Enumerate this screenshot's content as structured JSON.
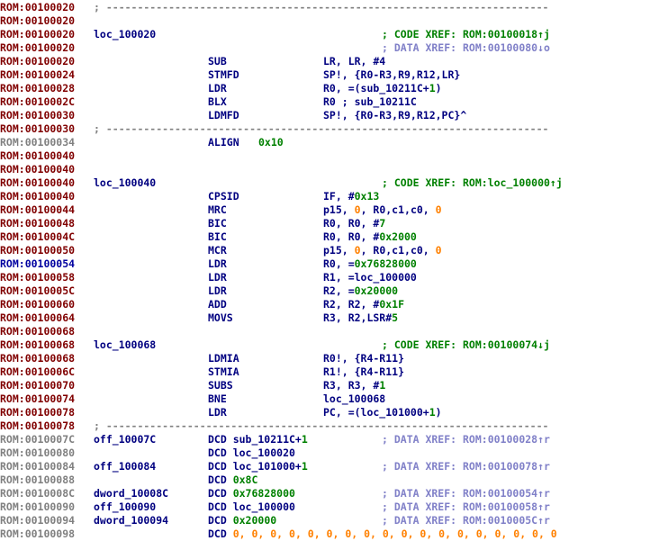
{
  "separator": "; -----------------------------------------------------------------------",
  "rows": [
    {
      "addr": "ROM:00100020",
      "kind": "code",
      "sep": true
    },
    {
      "addr": "ROM:00100020",
      "kind": "code"
    },
    {
      "addr": "ROM:00100020",
      "kind": "code",
      "label": "loc_100020",
      "comment": "; CODE XREF: ROM:00100018↑j",
      "ctype": "code"
    },
    {
      "addr": "ROM:00100020",
      "kind": "code",
      "comment": "; DATA XREF: ROM:00100080↓o",
      "ctype": "data"
    },
    {
      "addr": "ROM:00100020",
      "kind": "code",
      "mnem": "SUB",
      "ops": [
        {
          "t": "LR, LR, #4"
        }
      ]
    },
    {
      "addr": "ROM:00100024",
      "kind": "code",
      "mnem": "STMFD",
      "ops": [
        {
          "t": "SP!, {R0-R3,R9,R12,LR}"
        }
      ]
    },
    {
      "addr": "ROM:00100028",
      "kind": "code",
      "mnem": "LDR",
      "ops": [
        {
          "t": "R0, =(sub_10211C+"
        },
        {
          "t": "1",
          "c": "num"
        },
        {
          "t": ")"
        }
      ]
    },
    {
      "addr": "ROM:0010002C",
      "kind": "code",
      "mnem": "BLX",
      "ops": [
        {
          "t": "R0 ; sub_10211C"
        }
      ]
    },
    {
      "addr": "ROM:00100030",
      "kind": "code",
      "mnem": "LDMFD",
      "ops": [
        {
          "t": "SP!, {R0-R3,R9,R12,PC}^"
        }
      ]
    },
    {
      "addr": "ROM:00100030",
      "kind": "code",
      "sep": true
    },
    {
      "addr": "ROM:00100034",
      "kind": "data",
      "mnem": "ALIGN",
      "ops": [
        {
          "t": "0x10",
          "c": "num"
        }
      ],
      "mnemOnly": true
    },
    {
      "addr": "ROM:00100040",
      "kind": "code"
    },
    {
      "addr": "ROM:00100040",
      "kind": "code"
    },
    {
      "addr": "ROM:00100040",
      "kind": "code",
      "label": "loc_100040",
      "comment": "; CODE XREF: ROM:loc_100000↑j",
      "ctype": "code"
    },
    {
      "addr": "ROM:00100040",
      "kind": "code",
      "mnem": "CPSID",
      "ops": [
        {
          "t": "IF, #"
        },
        {
          "t": "0x13",
          "c": "num"
        }
      ]
    },
    {
      "addr": "ROM:00100044",
      "kind": "code",
      "mnem": "MRC",
      "ops": [
        {
          "t": "p15, "
        },
        {
          "t": "0",
          "c": "zero"
        },
        {
          "t": ", R0,c1,c0, "
        },
        {
          "t": "0",
          "c": "zero"
        }
      ]
    },
    {
      "addr": "ROM:00100048",
      "kind": "code",
      "mnem": "BIC",
      "ops": [
        {
          "t": "R0, R0, #"
        },
        {
          "t": "7",
          "c": "num"
        }
      ]
    },
    {
      "addr": "ROM:0010004C",
      "kind": "code",
      "mnem": "BIC",
      "ops": [
        {
          "t": "R0, R0, #"
        },
        {
          "t": "0x2000",
          "c": "num"
        }
      ]
    },
    {
      "addr": "ROM:00100050",
      "kind": "code",
      "mnem": "MCR",
      "ops": [
        {
          "t": "p15, "
        },
        {
          "t": "0",
          "c": "zero"
        },
        {
          "t": ", R0,c1,c0, "
        },
        {
          "t": "0",
          "c": "zero"
        }
      ]
    },
    {
      "addr": "ROM:00100054",
      "kind": "sel",
      "mnem": "LDR",
      "ops": [
        {
          "t": "R0, ="
        },
        {
          "t": "0x76828000",
          "c": "num"
        }
      ]
    },
    {
      "addr": "ROM:00100058",
      "kind": "code",
      "mnem": "LDR",
      "ops": [
        {
          "t": "R1, =loc_100000"
        }
      ]
    },
    {
      "addr": "ROM:0010005C",
      "kind": "code",
      "mnem": "LDR",
      "ops": [
        {
          "t": "R2, ="
        },
        {
          "t": "0x20000",
          "c": "num"
        }
      ]
    },
    {
      "addr": "ROM:00100060",
      "kind": "code",
      "mnem": "ADD",
      "ops": [
        {
          "t": "R2, R2, #"
        },
        {
          "t": "0x1F",
          "c": "num"
        }
      ]
    },
    {
      "addr": "ROM:00100064",
      "kind": "code",
      "mnem": "MOVS",
      "ops": [
        {
          "t": "R3, R2,LSR#"
        },
        {
          "t": "5",
          "c": "num"
        }
      ]
    },
    {
      "addr": "ROM:00100068",
      "kind": "code"
    },
    {
      "addr": "ROM:00100068",
      "kind": "code",
      "label": "loc_100068",
      "comment": "; CODE XREF: ROM:00100074↓j",
      "ctype": "code"
    },
    {
      "addr": "ROM:00100068",
      "kind": "code",
      "mnem": "LDMIA",
      "ops": [
        {
          "t": "R0!, {R4-R11}"
        }
      ]
    },
    {
      "addr": "ROM:0010006C",
      "kind": "code",
      "mnem": "STMIA",
      "ops": [
        {
          "t": "R1!, {R4-R11}"
        }
      ]
    },
    {
      "addr": "ROM:00100070",
      "kind": "code",
      "mnem": "SUBS",
      "ops": [
        {
          "t": "R3, R3, #"
        },
        {
          "t": "1",
          "c": "num"
        }
      ]
    },
    {
      "addr": "ROM:00100074",
      "kind": "code",
      "mnem": "BNE",
      "ops": [
        {
          "t": "loc_100068"
        }
      ]
    },
    {
      "addr": "ROM:00100078",
      "kind": "code",
      "mnem": "LDR",
      "ops": [
        {
          "t": "PC, =(loc_101000+"
        },
        {
          "t": "1",
          "c": "num"
        },
        {
          "t": ")"
        }
      ]
    },
    {
      "addr": "ROM:00100078",
      "kind": "code",
      "sep": true
    },
    {
      "addr": "ROM:0010007C",
      "kind": "data",
      "label": "off_10007C",
      "dcd": [
        {
          "t": "DCD sub_10211C+"
        },
        {
          "t": "1",
          "c": "num"
        }
      ],
      "comment": "; DATA XREF: ROM:00100028↑r",
      "ctype": "data"
    },
    {
      "addr": "ROM:00100080",
      "kind": "data",
      "dcd": [
        {
          "t": "DCD loc_100020"
        }
      ]
    },
    {
      "addr": "ROM:00100084",
      "kind": "data",
      "label": "off_100084",
      "dcd": [
        {
          "t": "DCD loc_101000+"
        },
        {
          "t": "1",
          "c": "num"
        }
      ],
      "comment": "; DATA XREF: ROM:00100078↑r",
      "ctype": "data"
    },
    {
      "addr": "ROM:00100088",
      "kind": "data",
      "dcd": [
        {
          "t": "DCD "
        },
        {
          "t": "0x8C",
          "c": "num"
        }
      ]
    },
    {
      "addr": "ROM:0010008C",
      "kind": "data",
      "label": "dword_10008C",
      "dcd": [
        {
          "t": "DCD "
        },
        {
          "t": "0x76828000",
          "c": "num"
        }
      ],
      "comment": "; DATA XREF: ROM:00100054↑r",
      "ctype": "data"
    },
    {
      "addr": "ROM:00100090",
      "kind": "data",
      "label": "off_100090",
      "dcd": [
        {
          "t": "DCD loc_100000"
        }
      ],
      "comment": "; DATA XREF: ROM:00100058↑r",
      "ctype": "data"
    },
    {
      "addr": "ROM:00100094",
      "kind": "data",
      "label": "dword_100094",
      "dcd": [
        {
          "t": "DCD "
        },
        {
          "t": "0x20000",
          "c": "num"
        }
      ],
      "comment": "; DATA XREF: ROM:0010005C↑r",
      "ctype": "data"
    },
    {
      "addr": "ROM:00100098",
      "kind": "data",
      "dcd": [
        {
          "t": "DCD "
        },
        {
          "t": "0, 0, 0, 0, 0, 0, 0, 0, 0, 0, 0, 0, 0, 0, 0, 0, 0, 0",
          "c": "zero"
        }
      ]
    }
  ]
}
